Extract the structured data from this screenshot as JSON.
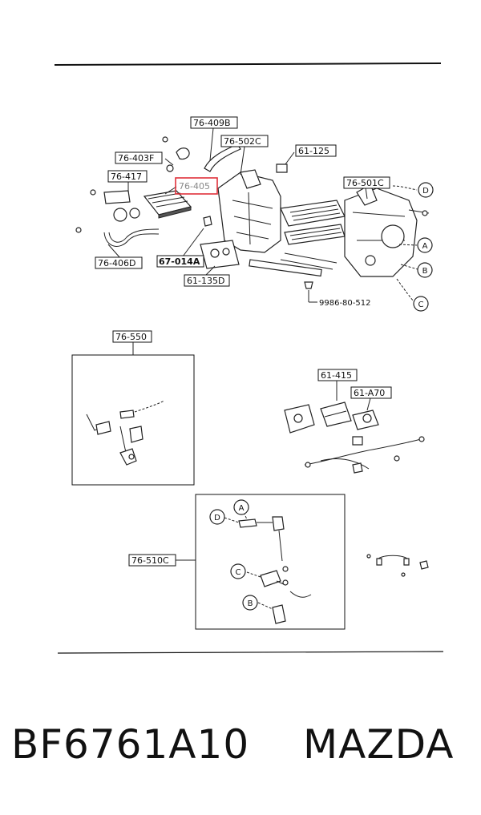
{
  "labels": {
    "p76_409B": "76-409B",
    "p76_502C": "76-502C",
    "p76_403F": "76-403F",
    "p61_125": "61-125",
    "p76_417": "76-417",
    "p76_405": "76-405",
    "p76_501C": "76-501C",
    "p67_014A": "67-014A",
    "p76_406D": "76-406D",
    "p61_135D": "61-135D",
    "p9986": "9986-80-512",
    "p76_550": "76-550",
    "p61_415": "61-415",
    "p61_A70": "61-A70",
    "p76_510C": "76-510C"
  },
  "callouts": {
    "A": "A",
    "B": "B",
    "C": "C",
    "D": "D"
  },
  "highlight_color": "#e0303a",
  "footer": {
    "part_number": "BF6761A10",
    "brand": "MAZDA"
  }
}
